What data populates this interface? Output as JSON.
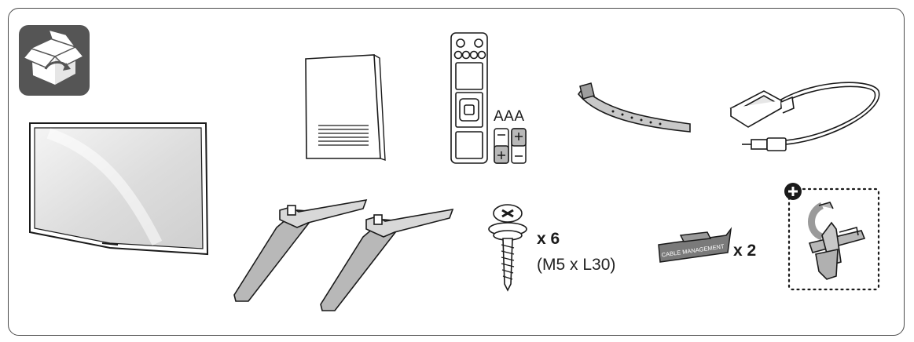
{
  "icons": {
    "box": "open-box-icon",
    "add": "plus-circle-icon"
  },
  "items": {
    "batteries": {
      "label": "AAA"
    },
    "screws": {
      "quantity": "x 6",
      "spec": "(M5 x L30)"
    },
    "cable_holder": {
      "quantity": "x 2",
      "imprint": "CABLE MANAGEMENT"
    }
  },
  "colors": {
    "outline": "#1a1a1a",
    "icon_bg": "#555555",
    "fill_gray": "#b8b8b8",
    "frame": "#4a4a4a"
  }
}
